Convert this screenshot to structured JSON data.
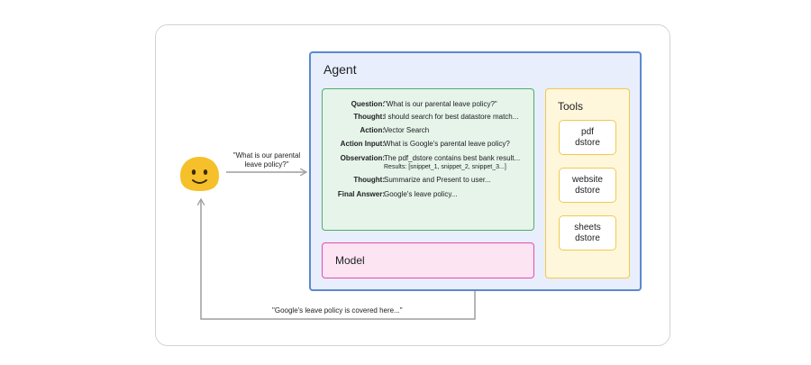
{
  "agent": {
    "title": "Agent"
  },
  "react_trace": [
    {
      "key": "Question:",
      "value": "\"What is our parental leave policy?\""
    },
    {
      "key": "Thought:",
      "value": "I should search for best datastore match..."
    },
    {
      "key": "Action:",
      "value": "Vector Search"
    },
    {
      "key": "Action Input:",
      "value": "What is Google's parental leave policy?"
    },
    {
      "key": "Observation:",
      "value": "The pdf_dstore contains best bank result...",
      "value2": "Results: [snippet_1, snippet_2, snippet_3...]"
    },
    {
      "key": "Thought:",
      "value": "Summarize and Present to user..."
    },
    {
      "key": "Final Answer:",
      "value": "Google's leave policy..."
    }
  ],
  "model": {
    "label": "Model"
  },
  "tools": {
    "title": "Tools",
    "stores": [
      {
        "line1": "pdf",
        "line2": "dstore"
      },
      {
        "line1": "website",
        "line2": "dstore"
      },
      {
        "line1": "sheets",
        "line2": "dstore"
      }
    ]
  },
  "user": {
    "icon": "smiley-face-icon"
  },
  "question_label": "\"What is our parental leave policy?\"",
  "answer_label": "\"Google's leave policy is covered here...\"",
  "colors": {
    "agent_fill": "#e8eefb",
    "agent_border": "#5a8ad0",
    "react_fill": "#e6f4ea",
    "react_border": "#4caf6a",
    "model_fill": "#fce4f2",
    "model_border": "#e64bb0",
    "tools_fill": "#fef7dc",
    "tools_border": "#f2c94c",
    "face": "#f5c02a"
  }
}
